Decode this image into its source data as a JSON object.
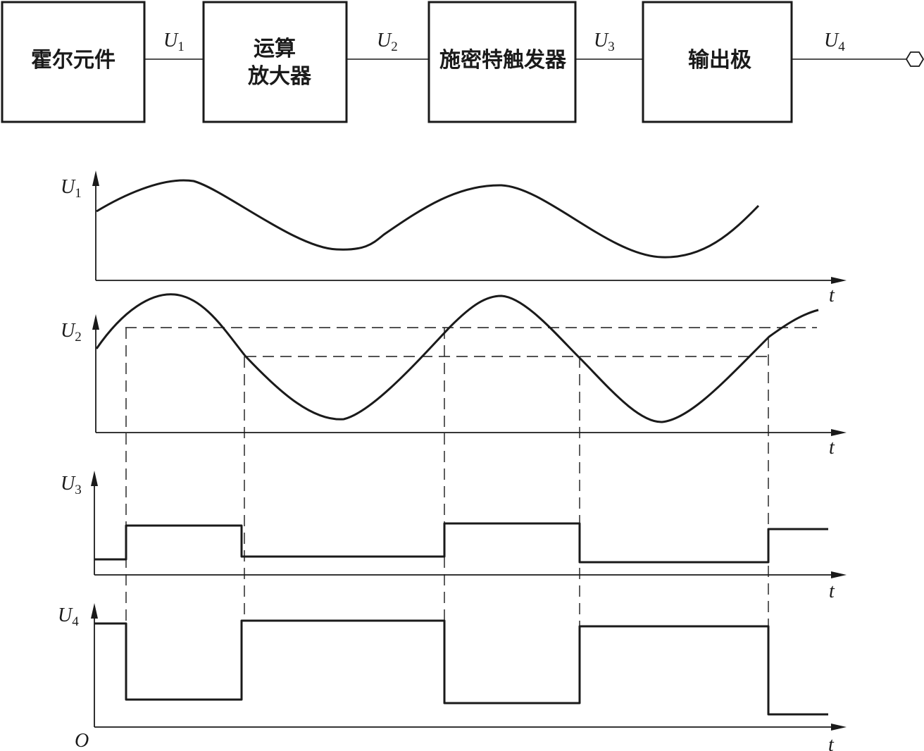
{
  "blocks": [
    {
      "line1": "霍尔元件",
      "line2": ""
    },
    {
      "line1": "运算",
      "line2": "放大器"
    },
    {
      "line1": "施密特触发器",
      "line2": ""
    },
    {
      "line1": "输出极",
      "line2": ""
    }
  ],
  "signals": [
    {
      "letter": "U",
      "sub": "1"
    },
    {
      "letter": "U",
      "sub": "2"
    },
    {
      "letter": "U",
      "sub": "3"
    },
    {
      "letter": "U",
      "sub": "4"
    }
  ],
  "time_label": "t",
  "origin_label": "O",
  "waveforms": {
    "u1": "sinusoid",
    "u2": "amplified sinusoid with upper and lower trigger thresholds",
    "u3": "square wave high/low",
    "u4": "inverted square wave"
  }
}
